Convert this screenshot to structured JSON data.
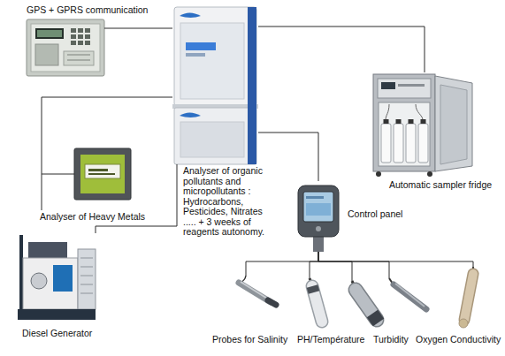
{
  "diagram": {
    "nodes": [
      {
        "text": [
          "GPS + GPRS communication"
        ]
      },
      {
        "text": [
          "Analyser of organic pollutants and micropollutants : Hydrocarbons, Pesticides, Nitrates ..... + 3 weeks of reagents autonomy."
        ]
      },
      {
        "text": [
          "Automatic sampler fridge"
        ]
      },
      {
        "text": [
          "Analyser of Heavy Metals"
        ]
      },
      {
        "text": [
          "Control panel"
        ]
      },
      {
        "text": [
          "Diesel Generator"
        ]
      },
      {
        "text": [
          "Probes for Salinity"
        ]
      },
      {
        "text": [
          "PH/Température"
        ]
      },
      {
        "text": [
          "Turbidity"
        ]
      },
      {
        "text": [
          "Oxygen"
        ]
      },
      {
        "text": [
          "Conductivity"
        ]
      }
    ],
    "edges": [
      {
        "from": 0,
        "to": 1,
        "arrow": "none"
      },
      {
        "from": 1,
        "to": 2,
        "arrow": "none"
      },
      {
        "from": 1,
        "to": 3,
        "arrow": "none"
      },
      {
        "from": 1,
        "to": 5,
        "arrow": "none"
      },
      {
        "from": 1,
        "to": 4,
        "arrow": "none"
      },
      {
        "from": 4,
        "to": 6,
        "arrow": "none"
      },
      {
        "from": 4,
        "to": 7,
        "arrow": "none"
      },
      {
        "from": 4,
        "to": 8,
        "arrow": "none"
      },
      {
        "from": 4,
        "to": 9,
        "arrow": "none"
      },
      {
        "from": 4,
        "to": 10,
        "arrow": "none"
      }
    ]
  }
}
